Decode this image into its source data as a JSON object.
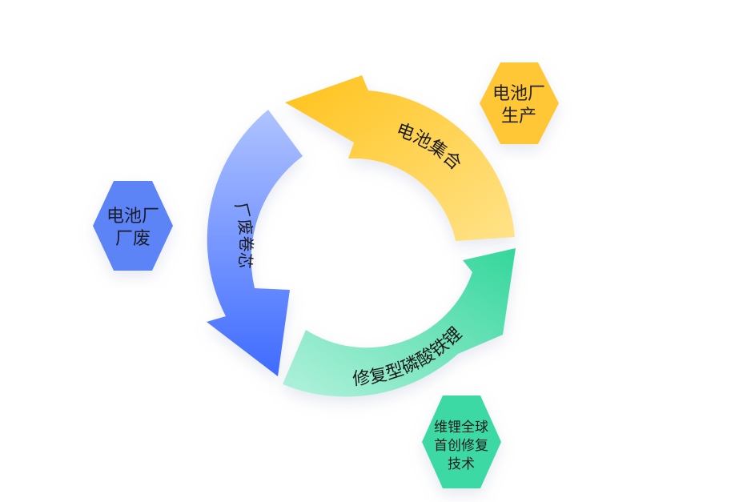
{
  "cycle": {
    "arrows": [
      {
        "id": "yellow",
        "label": "电池集合",
        "color_light": "#FFE07A",
        "color_dark": "#FFC21A"
      },
      {
        "id": "green",
        "label": "修复型磷酸铁锂",
        "color_light": "#A5F0D6",
        "color_dark": "#38D9A0"
      },
      {
        "id": "blue",
        "label": "厂废卷芯",
        "color_light": "#A9BFFF",
        "color_dark": "#4A74FF"
      }
    ],
    "hexagons": [
      {
        "id": "production",
        "lines": [
          "电池厂",
          "生产"
        ],
        "color": "#FFC736"
      },
      {
        "id": "waste",
        "lines": [
          "电池厂",
          "厂废"
        ],
        "color": "#5C84F7"
      },
      {
        "id": "tech",
        "lines": [
          "维锂全球",
          "首创修复",
          "技术"
        ],
        "color": "#3ED9A4"
      }
    ]
  }
}
